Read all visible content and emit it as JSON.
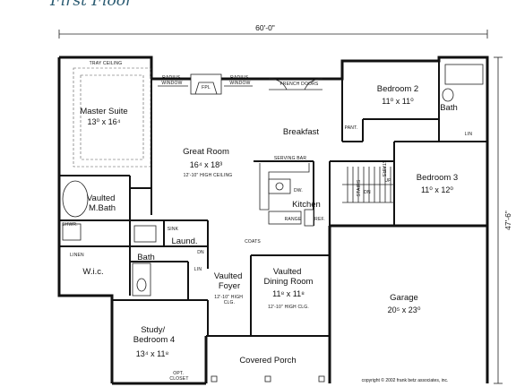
{
  "heading": "First Floor",
  "dimensions": {
    "width": "60'-0\"",
    "depth": "47'-6\""
  },
  "rooms": {
    "master_suite": {
      "name": "Master Suite",
      "size": "13⁰ x 16⁴",
      "note": "TRAY CEILING"
    },
    "great_room": {
      "name": "Great Room",
      "size": "16⁴ x 18³",
      "note": "12'-10\" HIGH CEILING"
    },
    "breakfast": {
      "name": "Breakfast"
    },
    "bedroom2": {
      "name": "Bedroom 2",
      "size": "11⁰ x 11⁰"
    },
    "bath_upper": {
      "name": "Bath"
    },
    "bedroom3": {
      "name": "Bedroom 3",
      "size": "11⁰ x 12⁰"
    },
    "kitchen": {
      "name": "Kitchen"
    },
    "vaulted_mbath": {
      "name": "Vaulted\nM.Bath"
    },
    "laundry": {
      "name": "Laund."
    },
    "bath_lower": {
      "name": "Bath"
    },
    "wic": {
      "name": "W.i.c."
    },
    "vaulted_foyer": {
      "name": "Vaulted\nFoyer",
      "note": "12'-10\" HIGH\nCLG."
    },
    "dining": {
      "name": "Vaulted\nDining Room",
      "size": "11⁸ x 11⁸",
      "note": "12'-10\" HIGH CLG."
    },
    "garage": {
      "name": "Garage",
      "size": "20⁵ x 23⁰"
    },
    "study": {
      "name": "Study/\nBedroom 4",
      "size": "13⁴ x 11⁸"
    },
    "porch": {
      "name": "Covered Porch"
    }
  },
  "labels": {
    "radius_window_left": "RADIUS\nWINDOW",
    "radius_window_right": "RADIUS\nWINDOW",
    "fireplace": "FPL",
    "french_doors": "FRENCH DOORS",
    "serving_bar": "SERVING BAR",
    "dw": "DW.",
    "range": "RANGE",
    "ref": "REF.",
    "pantry": "PANT.",
    "lin_upper": "LIN",
    "stairs_down": "STAIRS",
    "stairs_up": "STAIRS",
    "dn": "DN",
    "up": "UP",
    "sink": "SINK",
    "dn_laund": "DN",
    "coats": "COATS",
    "lin_mbath": "LINEN",
    "shwr": "SHWR.",
    "lin_bath": "LIN",
    "opt_closet": "OPT.\nCLOSET"
  },
  "copyright": "copyright © 2002 frank betz associates, inc."
}
